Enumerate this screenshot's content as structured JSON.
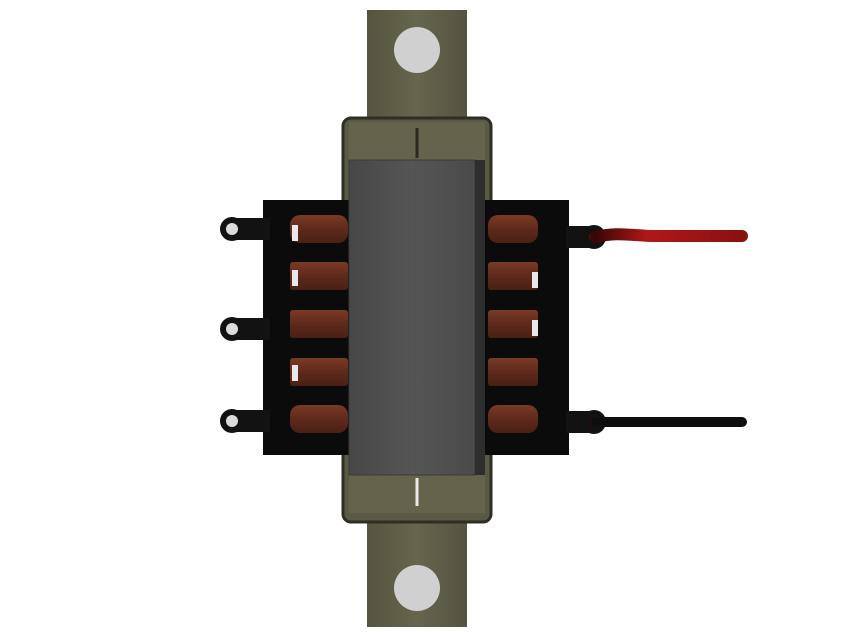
{
  "scene": {
    "subject": "transformer-render",
    "background_color": "#ffffff"
  },
  "colors": {
    "mounting_strap": "#5f5f48",
    "mounting_strap_dark": "#4d4d3a",
    "mounting_hole": "#cfcfcf",
    "core": "#4e4e4e",
    "core_edge": "#3a3a3a",
    "bobbin": "#0c0c0c",
    "winding": "#6b2f1f",
    "winding_highlight": "#8a4a34",
    "lug": "#141414",
    "lug_hole": "#dcdcdc",
    "wire_red": "#8b1212",
    "wire_black": "#0e0e0e"
  },
  "parts": {
    "left_terminals": 3,
    "right_leads": 2,
    "windings_per_side": 5,
    "mounting_holes": 2
  }
}
